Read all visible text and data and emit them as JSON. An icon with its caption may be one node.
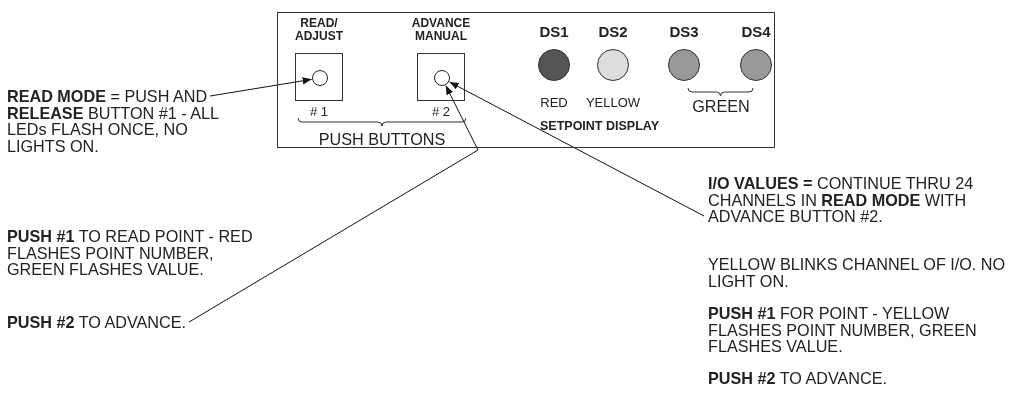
{
  "diagram": {
    "nodes": [
      {
        "text": [],
        "shape": "box"
      },
      {
        "text": [
          "READ/ ADJUST"
        ],
        "beside": [
          "# 1"
        ],
        "in": 0
      },
      {
        "text": [],
        "shape": "circle",
        "in": 1
      },
      {
        "text": [
          "ADVANCE MANUAL"
        ],
        "beside": [
          "# 2"
        ],
        "in": 0
      },
      {
        "text": [],
        "shape": "circle",
        "in": 3
      },
      {
        "text": [
          "DS1"
        ],
        "beside": [
          "RED"
        ],
        "in": 0
      },
      {
        "text": [
          "DS2"
        ],
        "beside": [
          "YELLOW"
        ],
        "in": 0
      },
      {
        "text": [
          "DS3"
        ],
        "in": 0
      },
      {
        "text": [
          "DS4"
        ],
        "in": 0
      },
      {
        "text": [
          "**READ MODE** = PUSH AND **RELEASE** BUTTON #1 - ALL LEDs FLASH ONCE, NO LIGHTS ON."
        ]
      },
      {
        "text": [
          "**PUSH #2** TO ADVANCE."
        ]
      },
      {
        "text": [
          "**I/O VALUES =** CONTINUE THRU 24 CHANNELS IN **READ MODE** WITH ADVANCE BUTTON #2."
        ]
      }
    ],
    "edges": [
      {
        "from": 9,
        "to": 2,
        "arrow": "to"
      },
      {
        "from": 10,
        "to": 4,
        "arrow": "to"
      },
      {
        "from": 11,
        "to": 4,
        "arrow": "to"
      }
    ],
    "labels": [
      "PUSH BUTTONS",
      "GREEN",
      "SETPOINT DISPLAY",
      "**PUSH #1** TO READ POINT - RED FLASHES POINT NUMBER, GREEN FLASHES VALUE.",
      "YELLOW BLINKS CHANNEL OF I/O. NO LIGHT ON.",
      "**PUSH #1** FOR POINT - YELLOW FLASHES POINT NUMBER, GREEN FLASHES VALUE.",
      "**PUSH #2** TO ADVANCE."
    ]
  }
}
